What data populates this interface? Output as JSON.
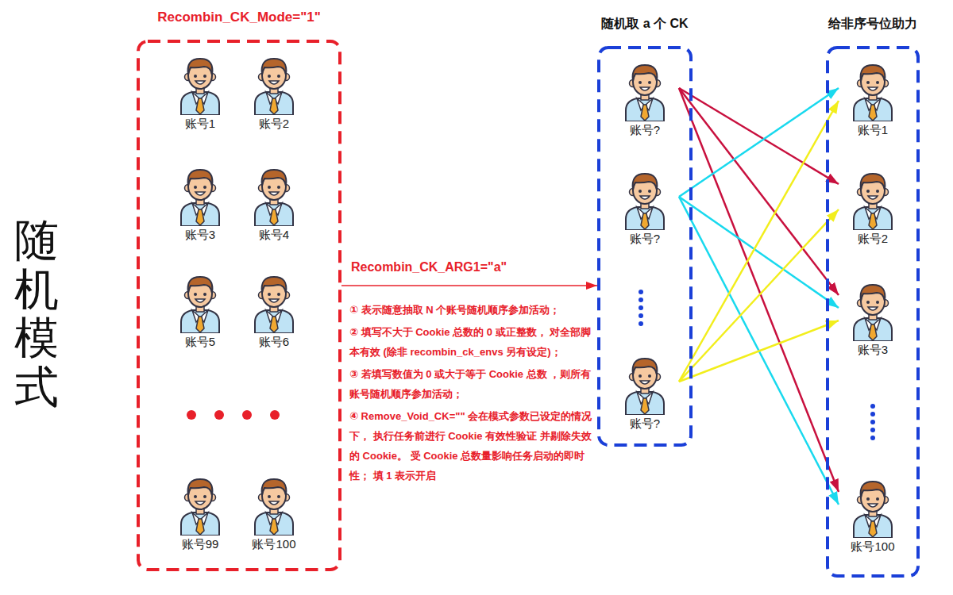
{
  "diagram": {
    "title": "随机模式",
    "nodes": [
      {
        "text": [
          "Recombin_CK_Mode=\"1\""
        ]
      },
      {
        "text": [
          "账号1"
        ],
        "in": 0
      },
      {
        "text": [
          "账号2"
        ],
        "in": 0
      },
      {
        "text": [
          "账号3"
        ],
        "in": 0
      },
      {
        "text": [
          "账号4"
        ],
        "in": 0
      },
      {
        "text": [
          "账号5"
        ],
        "in": 0
      },
      {
        "text": [
          "账号6"
        ],
        "in": 0
      },
      {
        "text": [
          "账号99"
        ],
        "in": 0
      },
      {
        "text": [
          "账号100"
        ],
        "in": 0
      },
      {
        "text": [
          "随机取 a 个 CK"
        ]
      },
      {
        "text": [
          "账号?"
        ],
        "in": 9
      },
      {
        "text": [
          "账号?"
        ],
        "in": 9
      },
      {
        "text": [
          "账号?"
        ],
        "in": 9
      },
      {
        "text": [
          "给非序号位助力"
        ]
      },
      {
        "text": [
          "账号1"
        ],
        "in": 13
      },
      {
        "text": [
          "账号2"
        ],
        "in": 13
      },
      {
        "text": [
          "账号3"
        ],
        "in": 13
      },
      {
        "text": [
          "账号100"
        ],
        "in": 13
      }
    ],
    "edges": [
      {
        "from": 0,
        "to": 9,
        "label": "Recombin_CK_ARG1=\"a\"",
        "arrow": "to"
      },
      {
        "from": 10,
        "to": 15,
        "arrow": "to"
      },
      {
        "from": 10,
        "to": 16,
        "arrow": "to"
      },
      {
        "from": 10,
        "to": 17,
        "arrow": "to"
      },
      {
        "from": 11,
        "to": 14,
        "arrow": "to"
      },
      {
        "from": 11,
        "to": 16,
        "arrow": "to"
      },
      {
        "from": 11,
        "to": 17,
        "arrow": "to"
      },
      {
        "from": 12,
        "to": 14,
        "arrow": "to"
      },
      {
        "from": 12,
        "to": 15,
        "arrow": "to"
      },
      {
        "from": 12,
        "to": 16,
        "arrow": "to"
      }
    ],
    "labels": [
      "① 表示随意抽取 N 个账号随机顺序参加活动；",
      "② 填写不大于 Cookie 总数的 0 或正整数， 对全部脚本有效 (除非 recombin_ck_envs 另有设定)；",
      "③ 若填写数值为 0 或大于等于 Cookie 总数 ，则所有账号随机顺序参加活动；",
      "④ Remove_Void_CK=\"\" 会在模式参数已设定的情况下， 执行任务前进行 Cookie 有效性验证 并剔除失效的 Cookie。 受 Cookie 总数量影响任务启动的即时性； 填 1 表示开启"
    ]
  }
}
